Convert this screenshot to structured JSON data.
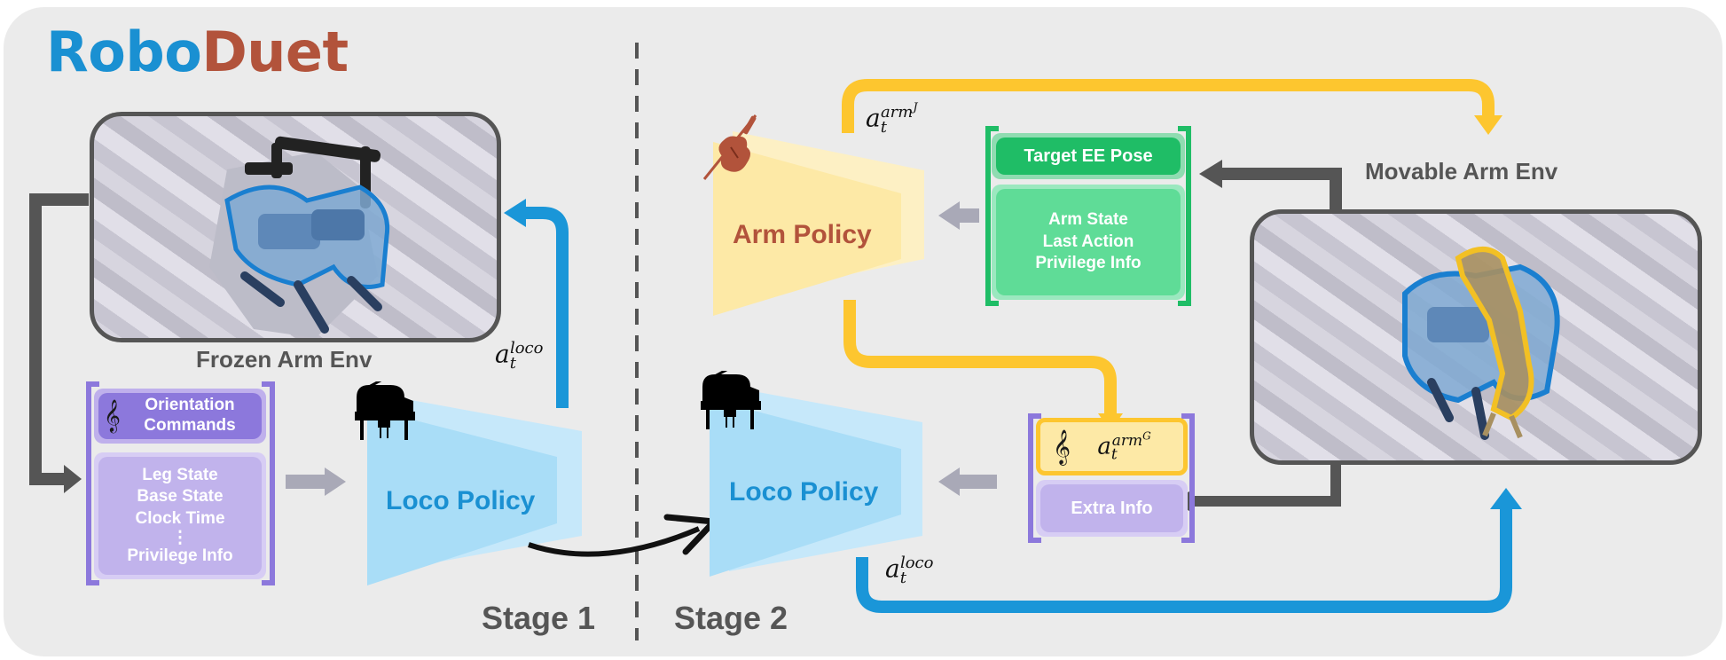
{
  "logo": {
    "part1": "Robo",
    "part2": "Duet"
  },
  "stage1": {
    "label": "Stage 1",
    "env_label": "Frozen Arm Env",
    "policy_label": "Loco Policy",
    "commands_lines": [
      "Orientation",
      "Commands"
    ],
    "obs_lines": [
      "Leg State",
      "Base State",
      "Clock Time",
      "⋮",
      "Privilege Info"
    ],
    "action": {
      "base": "a",
      "sub": "t",
      "sup": "loco"
    }
  },
  "stage2": {
    "label": "Stage 2",
    "env_label": "Movable Arm Env",
    "arm_policy_label": "Arm Policy",
    "loco_policy_label": "Loco Policy",
    "target_label": "Target EE Pose",
    "arm_obs_lines": [
      "Arm State",
      "Last Action",
      "Privilege Info"
    ],
    "extra_info_label": "Extra Info",
    "arm_action_j": {
      "base": "a",
      "sub": "t",
      "sup": "arm",
      "supsup": "J"
    },
    "arm_action_g": {
      "base": "a",
      "sub": "t",
      "sup": "arm",
      "supsup": "G"
    },
    "loco_action": {
      "base": "a",
      "sub": "t",
      "sup": "loco"
    }
  },
  "icons": [
    "violin-icon",
    "piano-icon",
    "treble-clef-icon"
  ],
  "colors": {
    "robo_blue": "#1a90d2",
    "duet_red": "#b2533b",
    "arrow_dark": "#555555",
    "arrow_blue": "#1a96d8",
    "arrow_yellow": "#fdc62f",
    "loco_fill": "#aee0f8",
    "arm_fill": "#fde9a6",
    "purple_dark": "#8c78dc",
    "purple_light": "#c1b3ec",
    "green_dark": "#1fbd66",
    "green_light": "#5fdc97"
  }
}
